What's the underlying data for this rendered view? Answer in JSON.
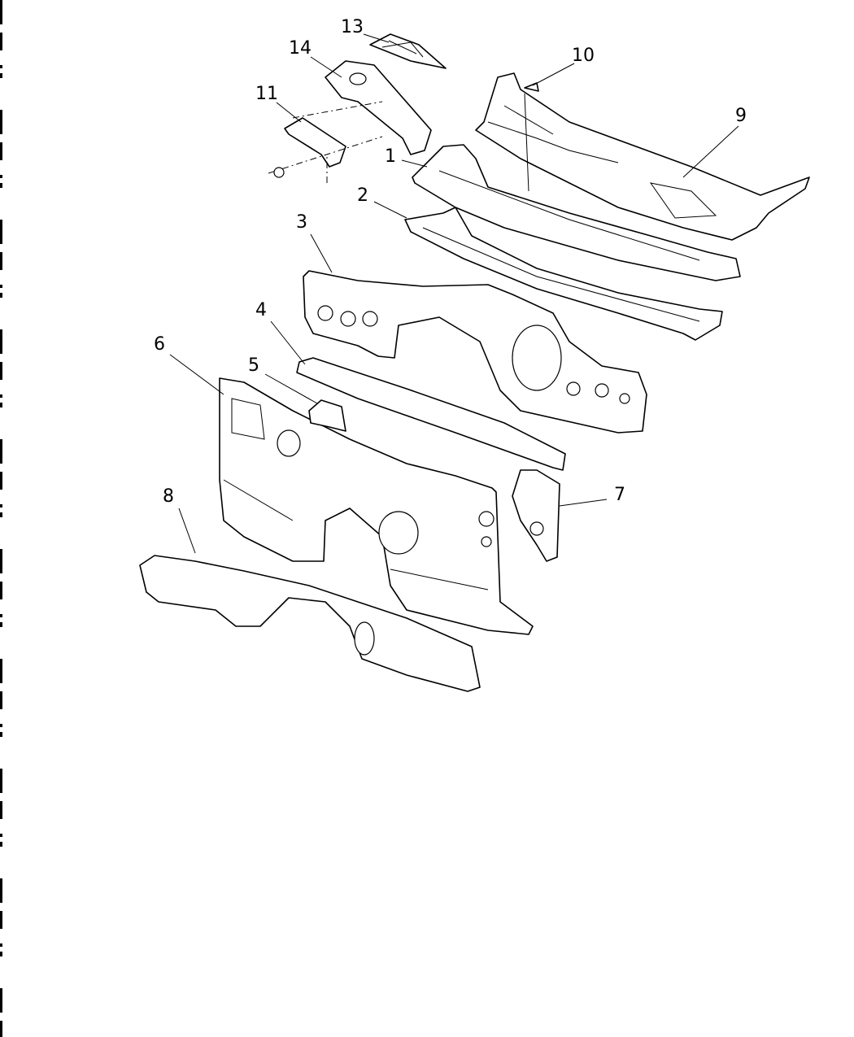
{
  "diagram": {
    "type": "exploded parts diagram",
    "callouts": [
      {
        "id": "1",
        "label": "1"
      },
      {
        "id": "2",
        "label": "2"
      },
      {
        "id": "3",
        "label": "3"
      },
      {
        "id": "4",
        "label": "4"
      },
      {
        "id": "5",
        "label": "5"
      },
      {
        "id": "6",
        "label": "6"
      },
      {
        "id": "7",
        "label": "7"
      },
      {
        "id": "8",
        "label": "8"
      },
      {
        "id": "9",
        "label": "9"
      },
      {
        "id": "10",
        "label": "10"
      },
      {
        "id": "11",
        "label": "11"
      },
      {
        "id": "13",
        "label": "13"
      },
      {
        "id": "14",
        "label": "14"
      }
    ]
  }
}
